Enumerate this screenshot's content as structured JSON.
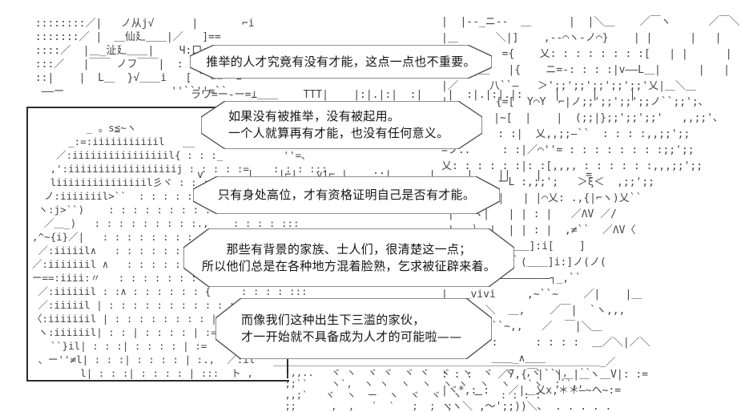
{
  "scene": {
    "colors": {
      "background": "#ffffff",
      "ink": "#454545",
      "text": "#141414"
    },
    "bubbles": [
      {
        "lines": [
          "推举的人才究竟有没有才能，这点一点也不重要。"
        ]
      },
      {
        "lines": [
          "如果没有被推举，没有被起用。",
          "一个人就算再有才能，也没有任何意义。"
        ]
      },
      {
        "lines": [
          "只有身处高位，才有资格证明自己是否有才能。"
        ]
      },
      {
        "lines": [
          "那些有背景的家族、士人们，很清楚这一点；",
          "所以他们总是在各种地方混着脸熟，乞求被征辟来着。"
        ]
      },
      {
        "lines": [
          "而像我们这种出生下三滥的家伙，",
          "才一开始就不具备成为人才的可能啦——"
        ]
      }
    ],
    "art": {
      "top_left": [
        " ::::::::／|   ノ从j√      |       ⌐i",
        " :::::::／ |  ＿仙廴＿＿|／   ]==",
        " ::::／  |＿_沚廴＿＿|    Ч:口:{",
        " :::／   |￣￣ ノフ￣￣|  :  ∴十∴}",
        " ::|    |  L＿  }√＿＿i   [ ``==``∠",
        "  ――ー                 ''``''=``"
      ],
      "fence_top": [
        "ラワ=ー-ー=⊥＿＿    TTT|    |:|.|:|  :|    |  :|.|:|.|:     |     |     |"
      ],
      "fence_mid": [
        "v       |    |⌐|   γ|⌐ |    ::|      |     |    ||    |       ="
      ],
      "left_character": [
        "         _ 。s≦~ヽ",
        "      _:=:iiiiiiiiiiil   __",
        "    ／:iiiiiiiiiiiiiiiil{ : : :_          ''=､",
        "   ,':iiiiiiiiiiiiiiiiiij : : : : :=    : : : :::",
        "   liiiiiiiiiiiiiiil彡ヾ : : : : :=     : : : :::",
        "  ノ:iiiiiiil>``  : : : : : : : : :;    : : : : :::",
        " ヽ:j>``)    : : : : : : : : :=     : : : : :::",
        "  ／＿_)   : : : : : : : : :.,    : : : : :::",
        ",^~{i}／|   : : : : : : : : :=    : : : : :::",
        " ／:iiiiil∧   : : : : : : : : :;    : : : : :::",
        "／:iiiiiiil ∧   : : : : : : :=     : : : : :::",
        "ー==:iiii:〃   : : : : : : : :=    : : : : :::",
        " ／:iiiiiil : :∧ : : : : : : {     : : : : :::",
        " ／:iiiiil | : : : : : : : : : : ;    : : : : :::",
        "〈:iiiiiiil | : : : : : : : : | :=    |: : : :::",
        " ヽ:iiiiiil| : : | : : : : | :=    |: : :::",
        "   ``}il| : : :| : : : : | :=     |: : :::",
        " 、ー''≠l| : : :| : : : : | :.,  ／:il",
        "        l| : : :| : : : : | :::  ト ,"
      ],
      "right_scene": [
        "|  |--_ニ--  ＿      |  |＼＿    ／￣ヽ      ／￣＼",
        "|＿      ＼|]    ,-‐⌒ヽ-ノ⌒}    | |      |   |",
        "|  |＿    ={    乂: : : : : : : :[   | |      |   |",
        "|    |＿   |{    ニ=-: : : :|v――L＿|      |   |",
        "|／     八``―   ＞';;';;';;';;';;'乂|＿＼＿",
        "|＿      {=[  Y⌒Y  ⌐|ノ;;';;';;';;ノ``;;';､",
        "ニ｜     |~[  |    |  (;;|};;';;';;'   ,,;;'､",
        "＿ヘ〃    : :|  乂,,;;―``  : : : :,,;;';;",
        "=フ..     : :|／⌒''= : : : : : : : :;;';;",
        "乂: : : : : :|: :[,,,, : : : : : :,,,;;';;",
        "-7   ⌐   ーL :,;;';   ＞ξ＜  ,;;';;",
        " i{   |  |   | |⌒乂: .,{|⌐ヽ)乂``",
        " |   ヽ|   | | : |   ／ΛV ／/",
        " |   ｝ |  | | : |  ,≠``  ／ΛV〈",
        " ＞ ―⊥ ――[ ＿＿]:i[    ]",
        "＿-==ニ=:ニ{｀(＿＿]i:]ノ(ノ(",
        "|,,,＊＊''――――――――┐_,``",
        "|  ＿vivi     ,~``~    ／|    |＿",
        "|      ＼  ＿,    ／￣|  `ヽ,,,",
        "／＼＿  ―``~,,   ／  ￣|＼＿",
        ": : : : :      : : : :  ＿／＼|／＼",
        "        ＿＿_∧＿＿",
        ": : :    ／7,{￣|``|＿|＿ヽ＿V|: :=",
        "|ヾ*,: :   ／|＿乂x,＊＊―~ヘ~:=",
        "ヽヽ＼ ,～';;))＼､  . . . . .",
        " -- --- -- --   ,,,,,,,,,,,"
      ],
      "ground": [
        "＿＿＿＿＿＿＿＿＿＿＿＿＿＿＿＿＿＿＿＿＿＿＿＿＿＿＿＿＿＿＿＿＿＿_／",
        "  ,,,..   ヾ ヽ  ヾ ヾ  ヾ ヾ  ヾ  ヽ  ヾ  ヽ  ,ヾ  ヽ,  ``",
        "  ;;``    ヽ`,  ヽ ヽ  ヽ  ヽ  ヽ ヽ  ヽ  ヽ   `ヽ  ;``,,",
        "  ,,;`   ヾ  ヽ  ー  ヽ  ヾ  ヾ  ヽ  ー   : : : :",
        "  ;;      ,  ,   `  `   ;  ;  ;"
      ]
    }
  }
}
